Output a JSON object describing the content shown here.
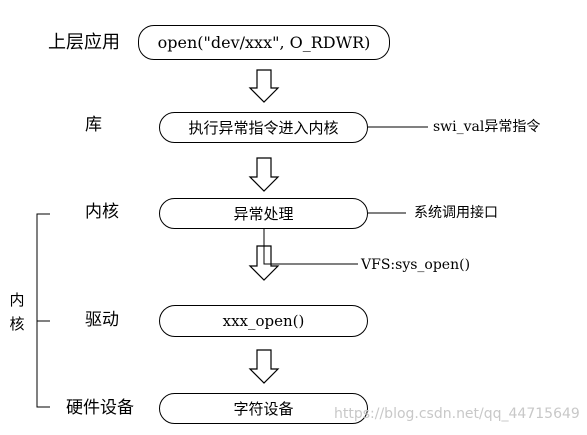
{
  "layers": [
    {
      "label": "上层应用",
      "box": "open(\"dev/xxx\", O_RDWR)"
    },
    {
      "label": "库",
      "box": "执行异常指令进入内核"
    },
    {
      "label": "内核",
      "box": "异常处理"
    },
    {
      "label": "驱动",
      "box": "xxx_open()"
    },
    {
      "label": "硬件设备",
      "box": "字符设备"
    }
  ],
  "notes": {
    "swi": "swi_val异常指令",
    "syscall": "系统调用接口",
    "vfs": "VFS:sys_open()"
  },
  "side_label": [
    "内",
    "核"
  ],
  "watermark": "https://blog.csdn.net/qq_44715649"
}
